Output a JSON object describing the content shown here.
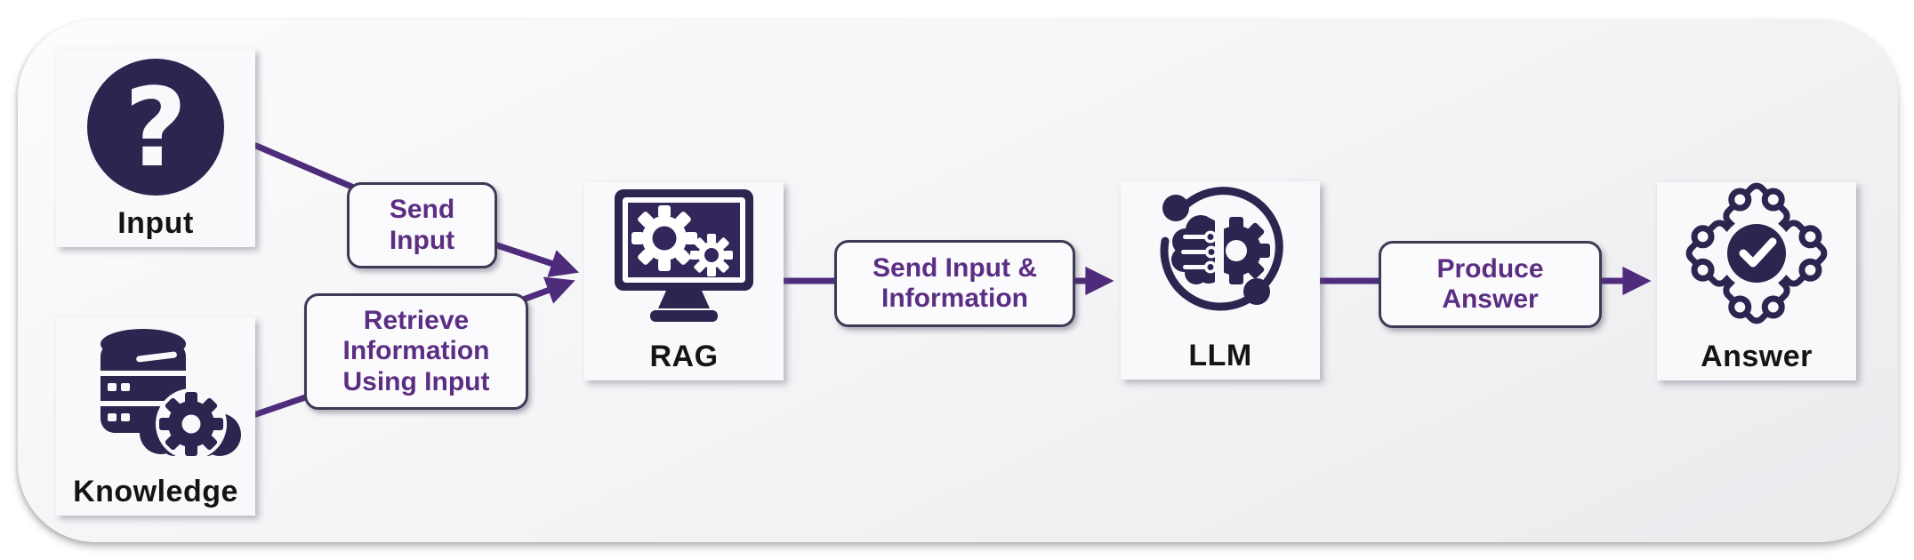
{
  "nodes": [
    {
      "id": "input",
      "label": "Input",
      "icon": "question-icon"
    },
    {
      "id": "knowledge",
      "label": "Knowledge",
      "icon": "database-gear-icon"
    },
    {
      "id": "rag",
      "label": "RAG",
      "icon": "monitor-gears-icon"
    },
    {
      "id": "llm",
      "label": "LLM",
      "icon": "brain-gear-icon"
    },
    {
      "id": "answer",
      "label": "Answer",
      "icon": "puzzle-check-icon"
    }
  ],
  "edge_labels": [
    {
      "id": "send-input",
      "lines": [
        "Send",
        "Input"
      ]
    },
    {
      "id": "retrieve-information",
      "lines": [
        "Retrieve",
        "Information",
        "Using Input"
      ]
    },
    {
      "id": "send-input-information",
      "lines": [
        "Send Input &",
        "Information"
      ]
    },
    {
      "id": "produce-answer",
      "lines": [
        "Produce",
        "Answer"
      ]
    }
  ],
  "colors": {
    "icon_dark": "#2e2450",
    "arrow_purple": "#4f2b7c",
    "edge_label_text": "#5b2e83",
    "edge_label_border": "#3e3a55",
    "node_label": "#141414",
    "card_background": "#f8f9fb",
    "panel_gradient_start": "#fcfcfd",
    "panel_gradient_end": "#ebebee"
  }
}
